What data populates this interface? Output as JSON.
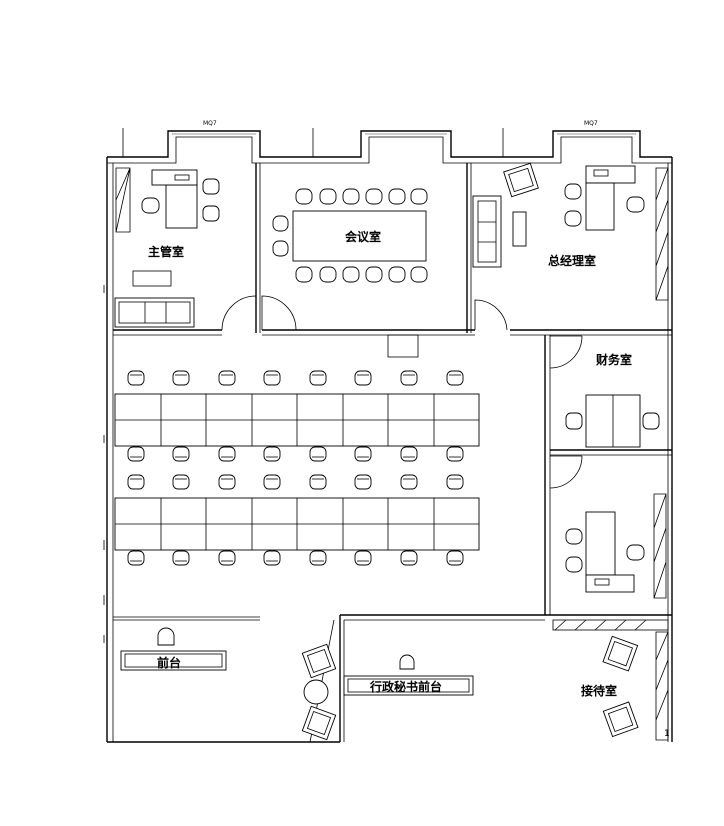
{
  "rooms": {
    "supervisor": "主管室",
    "meeting": "会议室",
    "general_manager": "总经理室",
    "finance": "财务室",
    "front_desk": "前台",
    "admin_secretary": "行政秘书前台",
    "reception": "接待室"
  },
  "window_labels": [
    "MQ7",
    "MQ7"
  ],
  "corner_mark": "1"
}
